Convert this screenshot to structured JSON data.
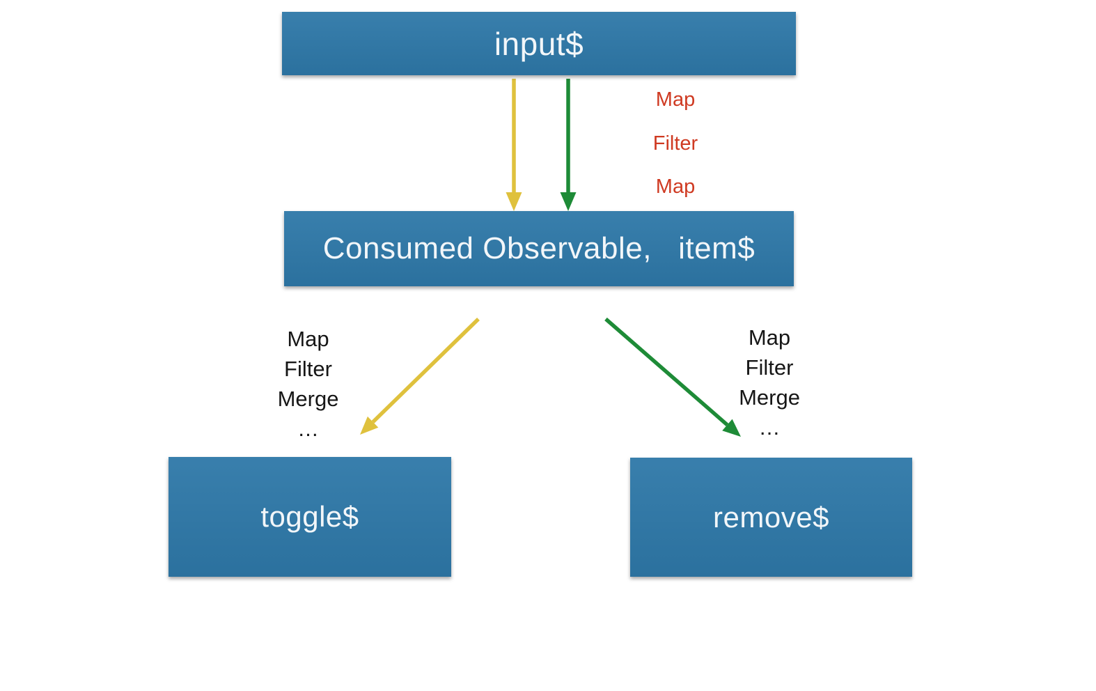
{
  "diagram": {
    "nodes": {
      "input": {
        "label": "input$"
      },
      "consumed": {
        "label": "Consumed Observable,   item$"
      },
      "toggle": {
        "label": "toggle$"
      },
      "remove": {
        "label": "remove$"
      }
    },
    "edge_labels": {
      "input_to_consumed": [
        "Map",
        "Filter",
        "Map"
      ],
      "consumed_to_toggle": [
        "Map",
        "Filter",
        "Merge",
        "…"
      ],
      "consumed_to_remove": [
        "Map",
        "Filter",
        "Merge",
        "…"
      ]
    }
  },
  "colors": {
    "canvas-bg": "#ffffff",
    "node-bg": "#2e78a8",
    "node-text": "#f2f6f9",
    "arrow-yellow": "#dfc13d",
    "arrow-green": "#1e8b37",
    "label-red": "#cf3a22",
    "label-black": "#161616"
  }
}
